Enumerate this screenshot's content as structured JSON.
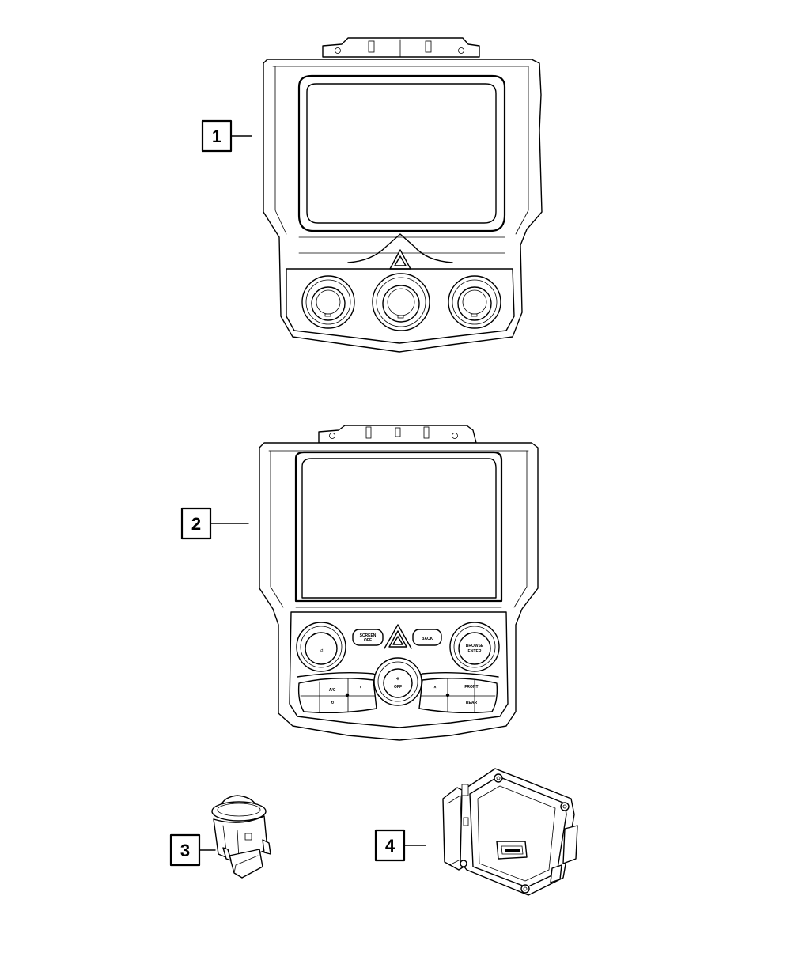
{
  "callouts": [
    {
      "id": "1",
      "label": "1"
    },
    {
      "id": "2",
      "label": "2"
    },
    {
      "id": "3",
      "label": "3"
    },
    {
      "id": "4",
      "label": "4"
    }
  ],
  "panel2_labels": {
    "screen_off": "SCREEN\nOFF",
    "back": "BACK",
    "browse_enter": "BROWSE\nENTER",
    "ac": "A/C",
    "front": "FRONT",
    "rear": "REAR",
    "off": "OFF"
  }
}
